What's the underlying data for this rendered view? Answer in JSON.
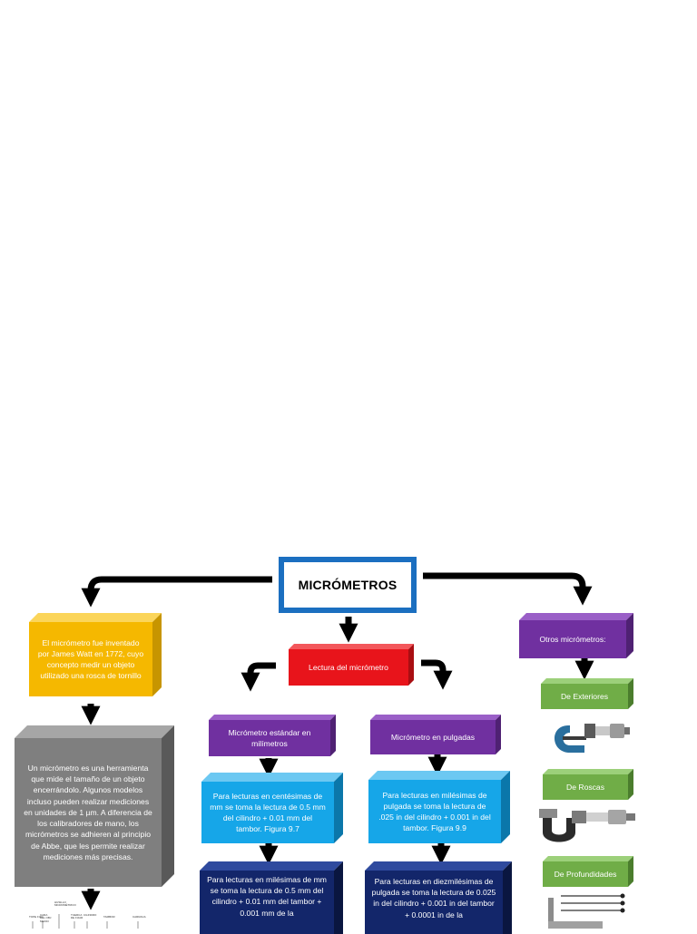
{
  "title": "MICRÓMETROS",
  "left": {
    "history": "El micrómetro fue inventado por James Watt en 1772, cuyo concepto medir un objeto utilizado una rosca de tornillo",
    "definition": "Un micrómetro es una herramienta que mide el tamaño de un objeto encerrándolo. Algunos modelos incluso pueden realizar mediciones en unidades de 1 µm. A diferencia de los calibradores de mano, los micrómetros se adhieren al principio de Abbe, que les permite realizar mediciones más precisas.",
    "diagram_labels": [
      "TOPE FIJO",
      "CARA DEL OBJ MEDIO",
      "HUSILLO MICROMÉTRICO",
      "TUERCA DE FIJAR",
      "CILINDRO",
      "TAMBOR",
      "CARRACA"
    ]
  },
  "center": {
    "reading": "Lectura del micrómetro",
    "standard": {
      "title": "Micrómetro estándar en milímetros",
      "hundredths": "Para lecturas en centésimas de mm se toma la lectura de 0.5 mm del cilindro + 0.01 mm del tambor. Figura 9.7",
      "thousandths": "Para lecturas en milésimas de mm se toma la lectura de 0.5 mm del cilindro + 0.01 mm del tambor + 0.001 mm de la"
    },
    "inches": {
      "title": "Micrómetro en pulgadas",
      "thousandths": "Para lecturas en milésimas de pulgada se toma la lectura de .025 in del cilindro + 0.001 in del tambor. Figura 9.9",
      "ten_thousandths": "Para lecturas en diezmilésimas de pulgada se toma la lectura de 0.025 in del cilindro + 0.001 in del tambor + 0.0001 in de la"
    }
  },
  "right": {
    "others": "Otros micrómetros:",
    "types": [
      "De Exteriores",
      "De Roscas",
      "De Profundidades"
    ]
  },
  "colors": {
    "yellow": "#f5b800",
    "gray": "#7f7f7f",
    "red": "#e8141b",
    "purple": "#7030a0",
    "cyan": "#16a6e8",
    "navy": "#13266a",
    "green": "#70ad47",
    "title_border": "#1b6fc0"
  }
}
